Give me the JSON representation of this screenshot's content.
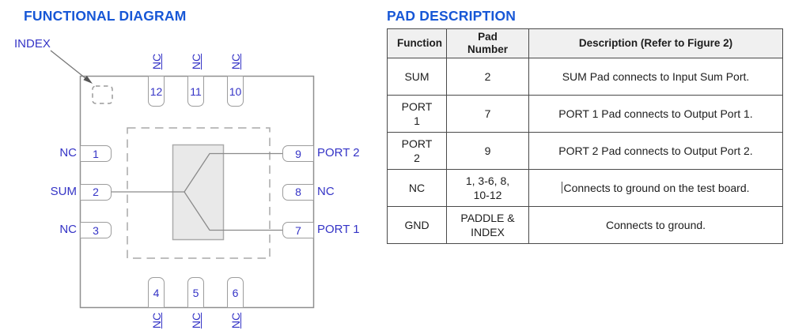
{
  "functional_diagram": {
    "title": "FUNCTIONAL DIAGRAM",
    "index_label": "INDEX",
    "package": {
      "top_pins": [
        {
          "number": "12",
          "label": "NC"
        },
        {
          "number": "11",
          "label": "NC"
        },
        {
          "number": "10",
          "label": "NC"
        }
      ],
      "left_pins": [
        {
          "number": "1",
          "label": "NC"
        },
        {
          "number": "2",
          "label": "SUM"
        },
        {
          "number": "3",
          "label": "NC"
        }
      ],
      "right_pins": [
        {
          "number": "9",
          "label": "PORT 2"
        },
        {
          "number": "8",
          "label": "NC"
        },
        {
          "number": "7",
          "label": "PORT 1"
        }
      ],
      "bottom_pins": [
        {
          "number": "4",
          "label": "NC"
        },
        {
          "number": "5",
          "label": "NC"
        },
        {
          "number": "6",
          "label": "NC"
        }
      ]
    }
  },
  "pad_description": {
    "title": "PAD DESCRIPTION",
    "table": {
      "headers": [
        "Function",
        "Pad Number",
        "Description (Refer to Figure 2)"
      ],
      "rows": [
        {
          "function": "SUM",
          "pad_number": "2",
          "description": "SUM Pad connects to Input Sum Port."
        },
        {
          "function": "PORT 1",
          "pad_number": "7",
          "description": "PORT 1 Pad connects to Output Port 1."
        },
        {
          "function": "PORT 2",
          "pad_number": "9",
          "description": "PORT 2 Pad connects to Output Port 2."
        },
        {
          "function": "NC",
          "pad_number": "1, 3-6, 8, 10-12",
          "description": "Connects to ground on the test board."
        },
        {
          "function": "GND",
          "pad_number": "PADDLE & INDEX",
          "description": "Connects to ground."
        }
      ]
    }
  },
  "colors": {
    "heading_blue": "#1757d6",
    "label_blue": "#3433c6",
    "outline_gray": "#8f8f8f",
    "splitter_fill": "#e9e9e9",
    "table_border": "#4a4a4a",
    "table_header_bg": "#f0f0f0"
  }
}
